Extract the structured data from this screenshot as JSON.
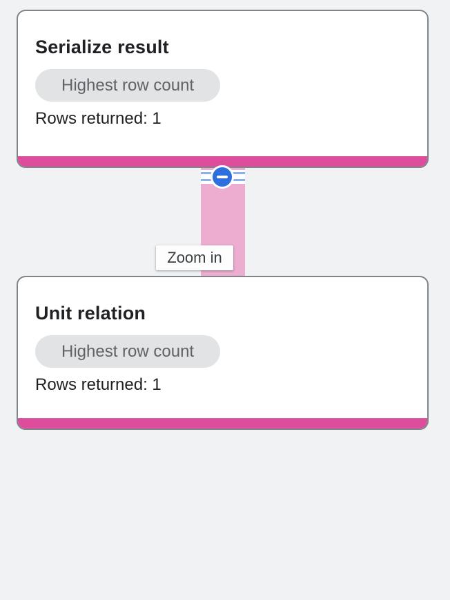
{
  "app": {
    "description": "Query plan graph viewer (zoomed node view)"
  },
  "colors": {
    "background": "#F1F2F4",
    "card_background": "#FFFFFF",
    "card_border": "#7E858B",
    "title_text": "#202124",
    "badge_background": "#E1E3E4",
    "badge_text": "#5F6368",
    "accent_bar_pink": "#DD4D9B",
    "connector_pink": "#ECADD0",
    "collapse_button_blue": "#2D6FDC",
    "stripe_blue": "#8AB1EE",
    "tooltip_background": "#FDFDFD",
    "tooltip_text": "#3C4043"
  },
  "nodes": [
    {
      "title": "Serialize result",
      "badge": "Highest row count",
      "rows_label": "Rows returned: 1"
    },
    {
      "title": "Unit relation",
      "badge": "Highest row count",
      "rows_label": "Rows returned: 1"
    }
  ],
  "edge": {
    "collapse_icon": "minus-in-circle",
    "tooltip": "Zoom in"
  }
}
